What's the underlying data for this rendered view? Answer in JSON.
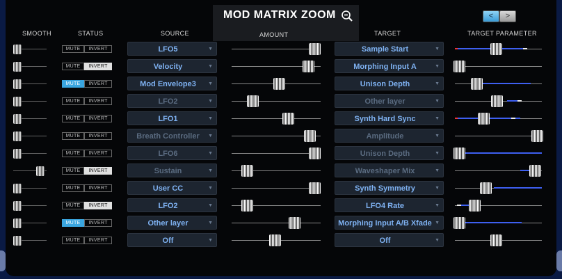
{
  "title": "MOD MATRIX ZOOM",
  "nav": {
    "prev": "<",
    "next": ">"
  },
  "headers": {
    "smooth": "SMOOTH",
    "status": "STATUS",
    "source": "SOURCE",
    "amount": "AMOUNT",
    "target": "TARGET",
    "target_parameter": "TARGET PARAMETER"
  },
  "labels": {
    "mute": "MUTE",
    "invert": "INVERT"
  },
  "colors": {
    "accent": "#3aa6e0",
    "text_active": "#7fb2f2",
    "text_dim": "#5a6b80",
    "fill": "#3e5ff0"
  },
  "icons": {
    "zoom": "zoom-out-icon",
    "dropdown": "chevron-down-icon"
  },
  "rows": [
    {
      "smooth": 0.0,
      "mute": false,
      "invert": false,
      "source": "LFO5",
      "source_active": true,
      "amount": 1.0,
      "target": "Sample Start",
      "target_active": true,
      "tp": 0.47,
      "tp_fill": [
        0.0,
        0.8
      ],
      "tp_red": 0.0,
      "tp_white": 0.78
    },
    {
      "smooth": 0.0,
      "mute": false,
      "invert": true,
      "source": "Velocity",
      "source_active": true,
      "amount": 0.92,
      "target": "Morphing Input A",
      "target_active": true,
      "tp": 0.0,
      "tp_fill": null,
      "tp_red": null,
      "tp_white": null
    },
    {
      "smooth": 0.0,
      "mute": true,
      "invert": false,
      "source": "Mod Envelope3",
      "source_active": true,
      "amount": 0.54,
      "target": "Unison Depth",
      "target_active": true,
      "tp": 0.22,
      "tp_fill": [
        0.32,
        0.87
      ],
      "tp_red": null,
      "tp_white": null
    },
    {
      "smooth": 0.0,
      "mute": false,
      "invert": false,
      "source": "LFO2",
      "source_active": false,
      "amount": 0.2,
      "target": "Other layer",
      "target_active": false,
      "tp": 0.48,
      "tp_fill": [
        0.6,
        0.73
      ],
      "tp_red": null,
      "tp_white": 0.72
    },
    {
      "smooth": 0.0,
      "mute": false,
      "invert": false,
      "source": "LFO1",
      "source_active": true,
      "amount": 0.66,
      "target": "Synth Hard Sync",
      "target_active": true,
      "tp": 0.31,
      "tp_fill": [
        0.0,
        0.75
      ],
      "tp_red": 0.0,
      "tp_white": 0.65
    },
    {
      "smooth": 0.0,
      "mute": false,
      "invert": false,
      "source": "Breath Controller",
      "source_active": false,
      "amount": 0.94,
      "target": "Amplitude",
      "target_active": false,
      "tp": 1.0,
      "tp_fill": null,
      "tp_red": null,
      "tp_white": null
    },
    {
      "smooth": 0.0,
      "mute": false,
      "invert": false,
      "source": "LFO6",
      "source_active": false,
      "amount": 1.0,
      "target": "Unison Depth",
      "target_active": false,
      "tp": 0.0,
      "tp_fill": [
        0.05,
        1.0
      ],
      "tp_red": null,
      "tp_white": null
    },
    {
      "smooth": 0.75,
      "mute": false,
      "invert": true,
      "source": "Sustain",
      "source_active": false,
      "amount": 0.13,
      "target": "Waveshaper Mix",
      "target_active": false,
      "tp": 0.97,
      "tp_fill": [
        0.75,
        0.97
      ],
      "tp_red": null,
      "tp_white": null
    },
    {
      "smooth": 0.0,
      "mute": false,
      "invert": false,
      "source": "User CC",
      "source_active": true,
      "amount": 1.0,
      "target": "Synth Symmetry",
      "target_active": true,
      "tp": 0.34,
      "tp_fill": [
        0.45,
        1.0
      ],
      "tp_red": null,
      "tp_white": null
    },
    {
      "smooth": 0.0,
      "mute": false,
      "invert": true,
      "source": "LFO2",
      "source_active": true,
      "amount": 0.13,
      "target": "LFO4 Rate",
      "target_active": true,
      "tp": 0.2,
      "tp_fill": [
        0.02,
        0.22
      ],
      "tp_red": null,
      "tp_white": 0.02
    },
    {
      "smooth": 0.0,
      "mute": true,
      "invert": false,
      "source": "Other layer",
      "source_active": true,
      "amount": 0.74,
      "target": "Morphing Input A/B Xfade",
      "target_active": true,
      "tp": 0.0,
      "tp_fill": [
        0.05,
        0.77
      ],
      "tp_red": null,
      "tp_white": null
    },
    {
      "smooth": 0.0,
      "mute": false,
      "invert": false,
      "source": "Off",
      "source_active": true,
      "amount": 0.49,
      "target": "Off",
      "target_active": true,
      "tp": 0.47,
      "tp_fill": null,
      "tp_red": null,
      "tp_white": null
    }
  ]
}
